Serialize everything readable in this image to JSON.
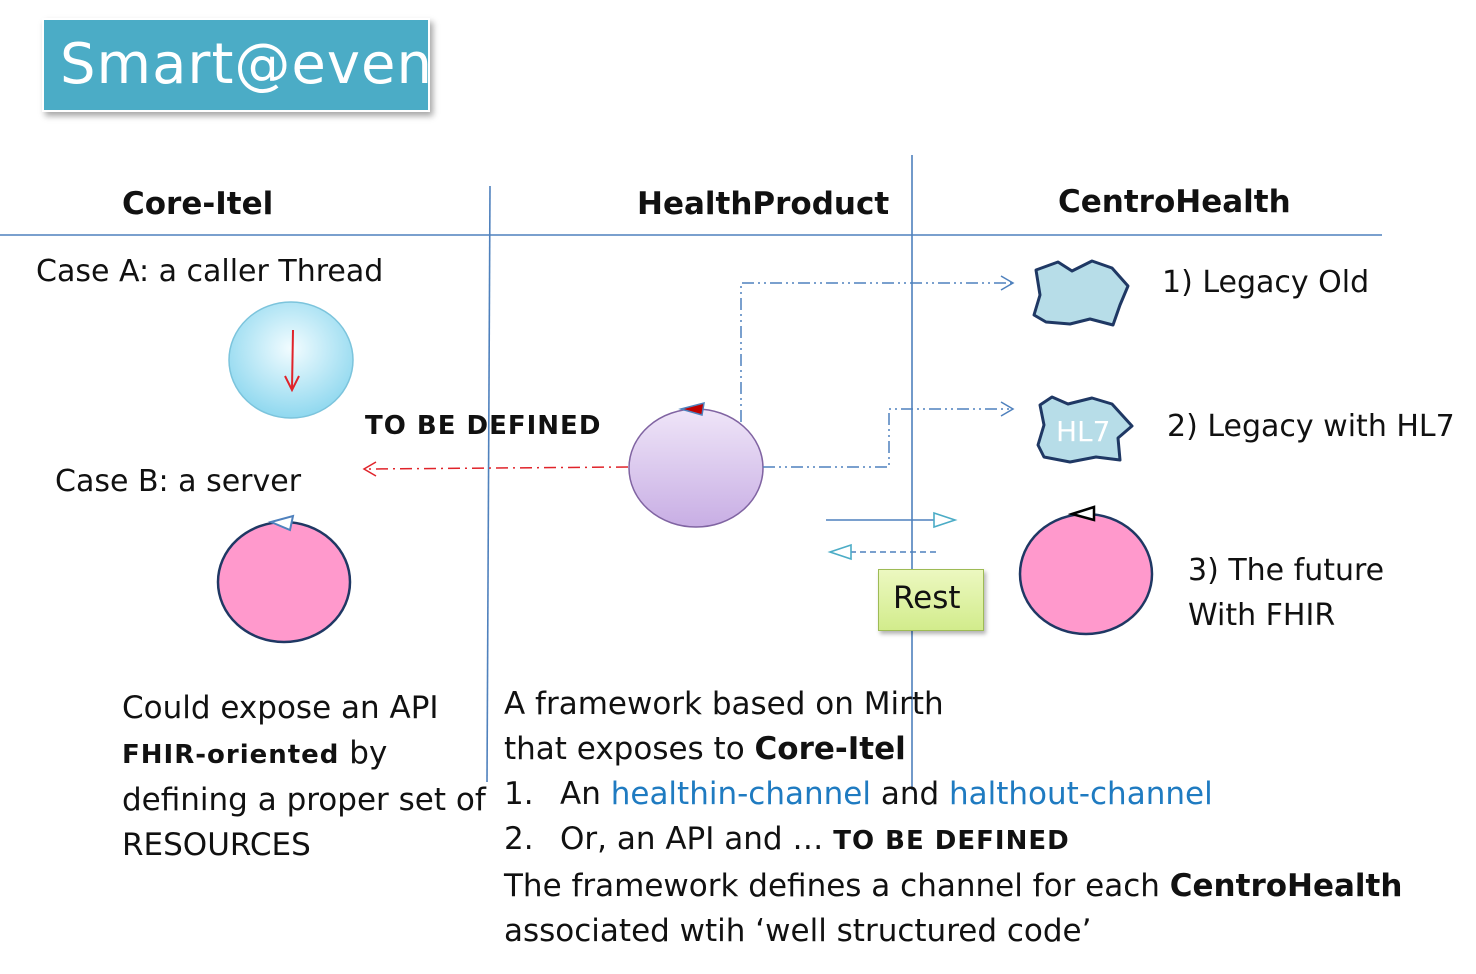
{
  "title": "Smart@even",
  "headers": {
    "col1": "Core-Itel",
    "col2": "HealthProduct",
    "col3": "CentroHealth"
  },
  "cases": {
    "a": "Case A: a caller Thread",
    "b": "Case B: a server"
  },
  "tbd_arrow": "TO BE DEFINED",
  "legacy": {
    "old": "1) Legacy Old",
    "hl7_badge": "HL7",
    "hl7": "2) Legacy with HL7",
    "future_line1": "3) The future",
    "future_line2": "With FHIR"
  },
  "rest_label": "Rest",
  "left_text": {
    "line1": "Could expose an API",
    "line2_bold": "FHIR-oriented",
    "line2_rest": " by",
    "line3": "defining a proper set of",
    "line4": "RESOURCES"
  },
  "framework_text": {
    "line1": "A framework based on Mirth",
    "line2_pre": "that exposes to ",
    "line2_bold": "Core-Itel",
    "item1_num": "1.",
    "item1_pre": "An ",
    "item1_link1": "healthin-channel",
    "item1_mid": " and ",
    "item1_link2": "halthout-channel",
    "item2_num": "2.",
    "item2_pre": "Or, an API and … ",
    "item2_bold": "TO BE DEFINED",
    "line5_pre": "The framework defines a channel for each ",
    "line5_bold": "CentroHealth",
    "line6": "associated wtih ‘well structured code’"
  },
  "colors": {
    "title_bg": "#4bacc6",
    "divider": "#4f81bd",
    "thread_circle": "#aee6f5",
    "purple_circle": "#d9c3ec",
    "pink_circle": "#ff99cc",
    "legacy_shape": "#b7dde8",
    "tbd_arrow": "#e0232a",
    "link_text": "#1f7bc1"
  }
}
